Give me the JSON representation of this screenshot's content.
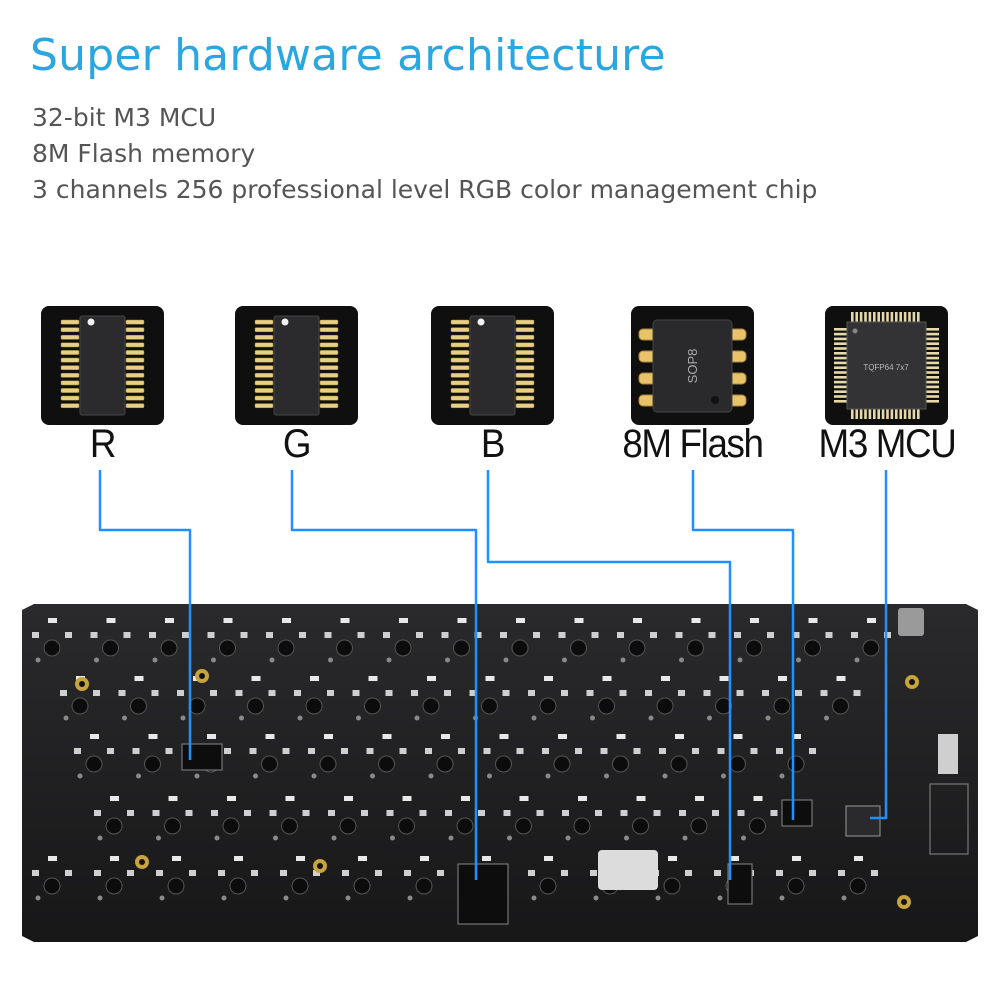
{
  "title": "Super hardware architecture",
  "features": [
    "32-bit M3 MCU",
    "8M Flash memory",
    "3 channels 256 professional level RGB color management chip"
  ],
  "chips": [
    {
      "label": "R",
      "icon": "tssop-chip-icon"
    },
    {
      "label": "G",
      "icon": "tssop-chip-icon"
    },
    {
      "label": "B",
      "icon": "tssop-chip-icon"
    },
    {
      "label": "8M Flash",
      "icon": "sop8-chip-icon",
      "marking": "SOP8"
    },
    {
      "label": "M3 MCU",
      "icon": "qfp-chip-icon",
      "marking": "TQFP64 7x7"
    }
  ],
  "colors": {
    "accent": "#2aa6e0",
    "connector": "#1e90ff",
    "pcb": "#1c1c1e",
    "text": "#555555"
  }
}
